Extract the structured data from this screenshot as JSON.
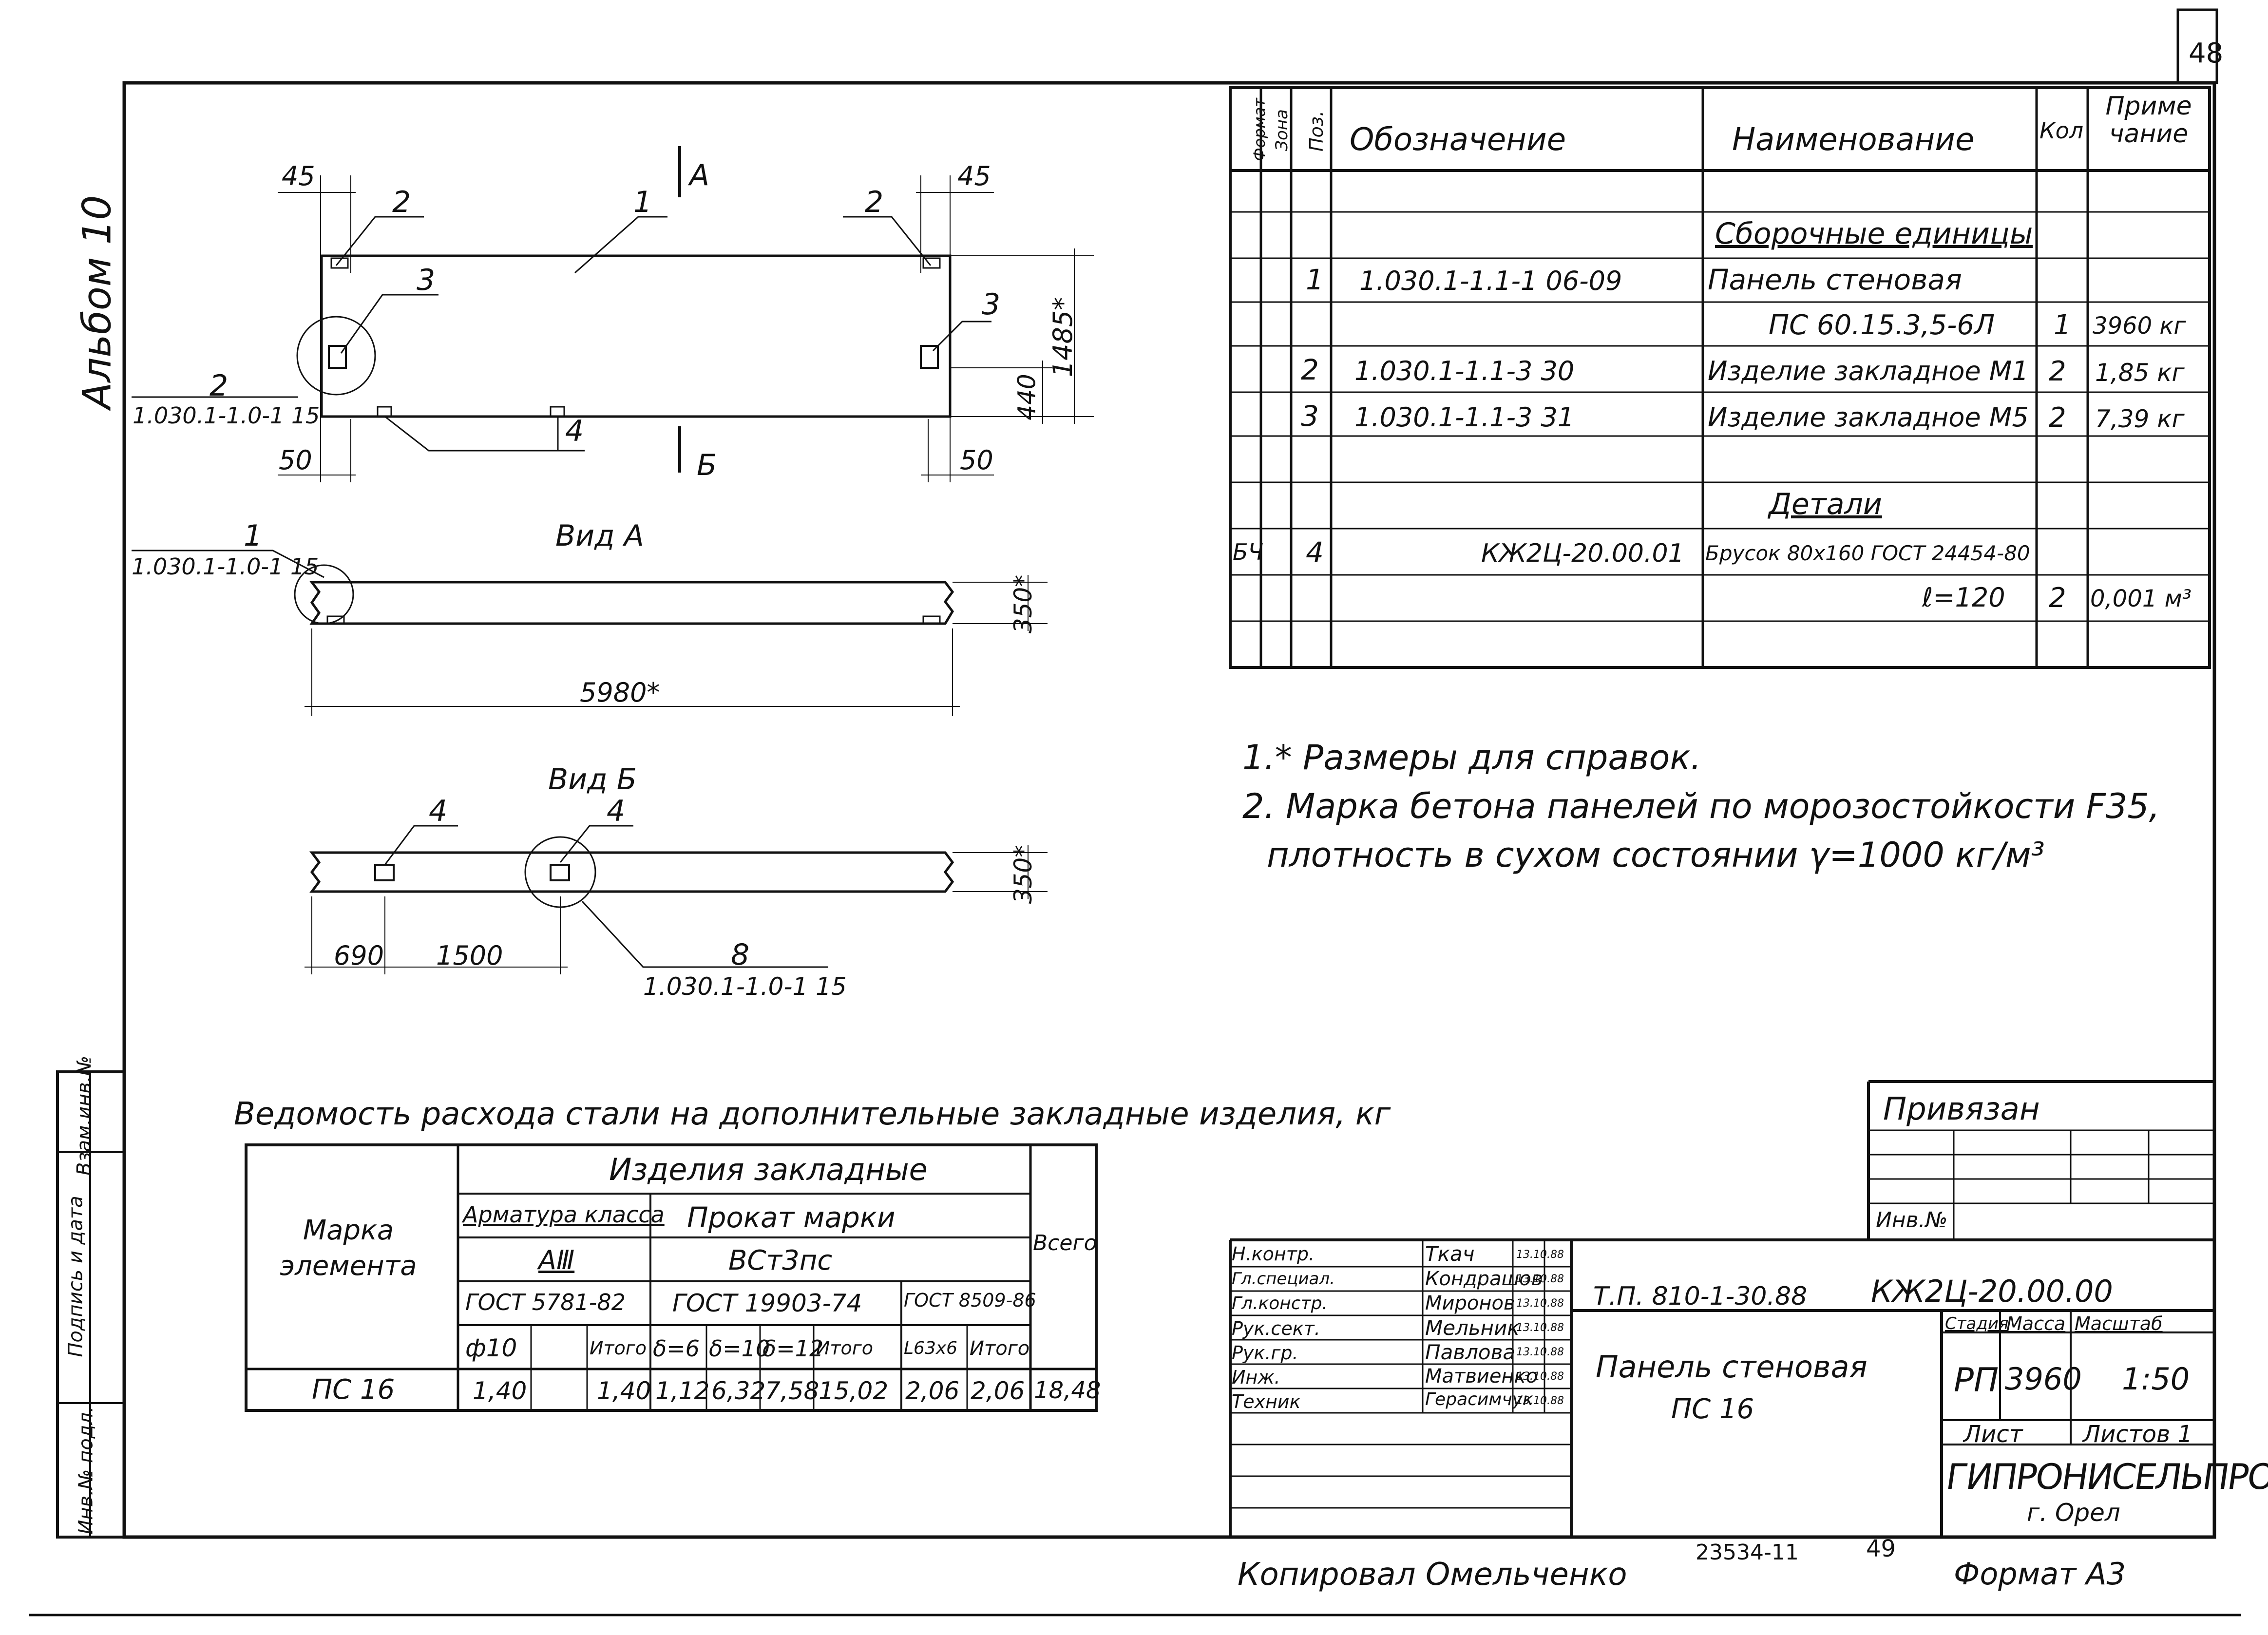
{
  "page_number": "48",
  "album_label": "Альбом 10",
  "plan": {
    "dim_left_top": "45",
    "dim_right_top": "45",
    "dim_left_bottom": "50",
    "dim_right_bottom": "50",
    "dim_height": "1485*",
    "dim_440": "440",
    "pos_1": "1",
    "pos_2_left": "2",
    "pos_2_right": "2",
    "pos_3_left": "3",
    "pos_3_right": "3",
    "pos_4": "4",
    "pos_2_callout": "2",
    "ref_callout": "1.030.1-1.0-1 15",
    "section_a": "А",
    "section_b": "Б"
  },
  "view_a": {
    "title": "Вид А",
    "pos_1": "1",
    "ref": "1.030.1-1.0-1 15",
    "dim_thickness": "350*",
    "dim_length": "5980*"
  },
  "view_b": {
    "title": "Вид Б",
    "pos_4_left": "4",
    "pos_4_right": "4",
    "dim_thickness": "350*",
    "dim_690": "690",
    "dim_1500": "1500",
    "pos_8": "8",
    "ref": "1.030.1-1.0-1 15"
  },
  "spec": {
    "headers": [
      "Формат",
      "Зона",
      "Поз.",
      "Обозначение",
      "Наименование",
      "Кол",
      "Приме чание"
    ],
    "group_assembly": "Сборочные единицы",
    "group_details": "Детали",
    "rows": [
      {
        "fmt": "",
        "pos": "1",
        "code": "1.030.1-1.1-1  06-09",
        "name": "Панель стеновая",
        "qty": "",
        "note": ""
      },
      {
        "fmt": "",
        "pos": "",
        "code": "",
        "name": "ПС 60.15.3,5-6Л",
        "qty": "1",
        "note": "3960 кг"
      },
      {
        "fmt": "",
        "pos": "2",
        "code": "1.030.1-1.1-3   30",
        "name": "Изделие закладное М1",
        "qty": "2",
        "note": "1,85 кг"
      },
      {
        "fmt": "",
        "pos": "3",
        "code": "1.030.1-1.1-3  31",
        "name": "Изделие закладное М5",
        "qty": "2",
        "note": "7,39 кг"
      },
      {
        "fmt": "БЧ",
        "pos": "4",
        "code": "КЖ2Ц-20.00.01",
        "name": "Брусок 80х160 ГОСТ 24454-80",
        "qty": "",
        "note": ""
      },
      {
        "fmt": "",
        "pos": "",
        "code": "",
        "name": "ℓ=120",
        "qty": "2",
        "note": "0,001 м³"
      }
    ]
  },
  "notes": [
    "1.* Размеры для справок.",
    "2. Марка бетона панелей по морозостойкости F35,",
    "плотность в сухом состоянии γ=1000 кг/м³"
  ],
  "steel": {
    "title": "Ведомость расхода стали на дополнительные закладные изделия, кг",
    "h_mark": "Марка элемента",
    "h_items": "Изделия  закладные",
    "h_rebar": "Арматура класса",
    "h_rebar_class": "АⅢ",
    "h_rolled": "Прокат  марки",
    "h_rolled_mark": "ВСт3пс",
    "h_total": "Всего",
    "h_gost1": "ГОСТ 5781-82",
    "h_gost2": "ГОСТ 19903-74",
    "h_gost3": "ГОСТ 8509-86",
    "sub": [
      "ф10",
      "",
      "Итого",
      "δ=6",
      "δ=10",
      "δ=12",
      "Итого",
      "L63х6",
      "Итого"
    ],
    "row": [
      "ПС 16",
      "1,40",
      "",
      "1,40",
      "1,12",
      "6,32",
      "7,58",
      "15,02",
      "2,06",
      "2,06",
      "18,48"
    ]
  },
  "side_stamp": [
    "Инв.№ подл.",
    "Подпись и дата",
    "Взам.инв.№"
  ],
  "title_block": {
    "bound": "Привязан",
    "inv": "Инв.№",
    "staff": [
      {
        "role": "Н.контр.",
        "name": "Ткач",
        "date": "13.10.88"
      },
      {
        "role": "Гл.специал.",
        "name": "Кондрашов",
        "date": "13.10.88"
      },
      {
        "role": "Гл.констр.",
        "name": "Миронов",
        "date": "13.10.88"
      },
      {
        "role": "Рук.сект.",
        "name": "Мельник",
        "date": "13.10.88"
      },
      {
        "role": "Рук.гр.",
        "name": "Павлова",
        "date": "13.10.88"
      },
      {
        "role": "Инж.",
        "name": "Матвиенко",
        "date": "13.10.88"
      },
      {
        "role": "Техник",
        "name": "Герасимчук",
        "date": "13.10.88"
      }
    ],
    "project": "Т.П. 810-1-30.88",
    "doc_code": "КЖ2Ц-20.00.00",
    "doc_title_1": "Панель стеновая",
    "doc_title_2": "ПС 16",
    "h_stage": "Стадия",
    "h_mass": "Масса",
    "h_scale": "Масштаб",
    "stage": "РП",
    "mass": "3960",
    "scale": "1:50",
    "h_sheet": "Лист",
    "h_sheets": "Листов 1",
    "org": "ГИПРОНИСЕЛЬПРОМ",
    "city": "г. Орел"
  },
  "footer": {
    "copied": "Копировал  Омельченко",
    "num": "23534-11",
    "page": "49",
    "format": "Формат А3"
  }
}
